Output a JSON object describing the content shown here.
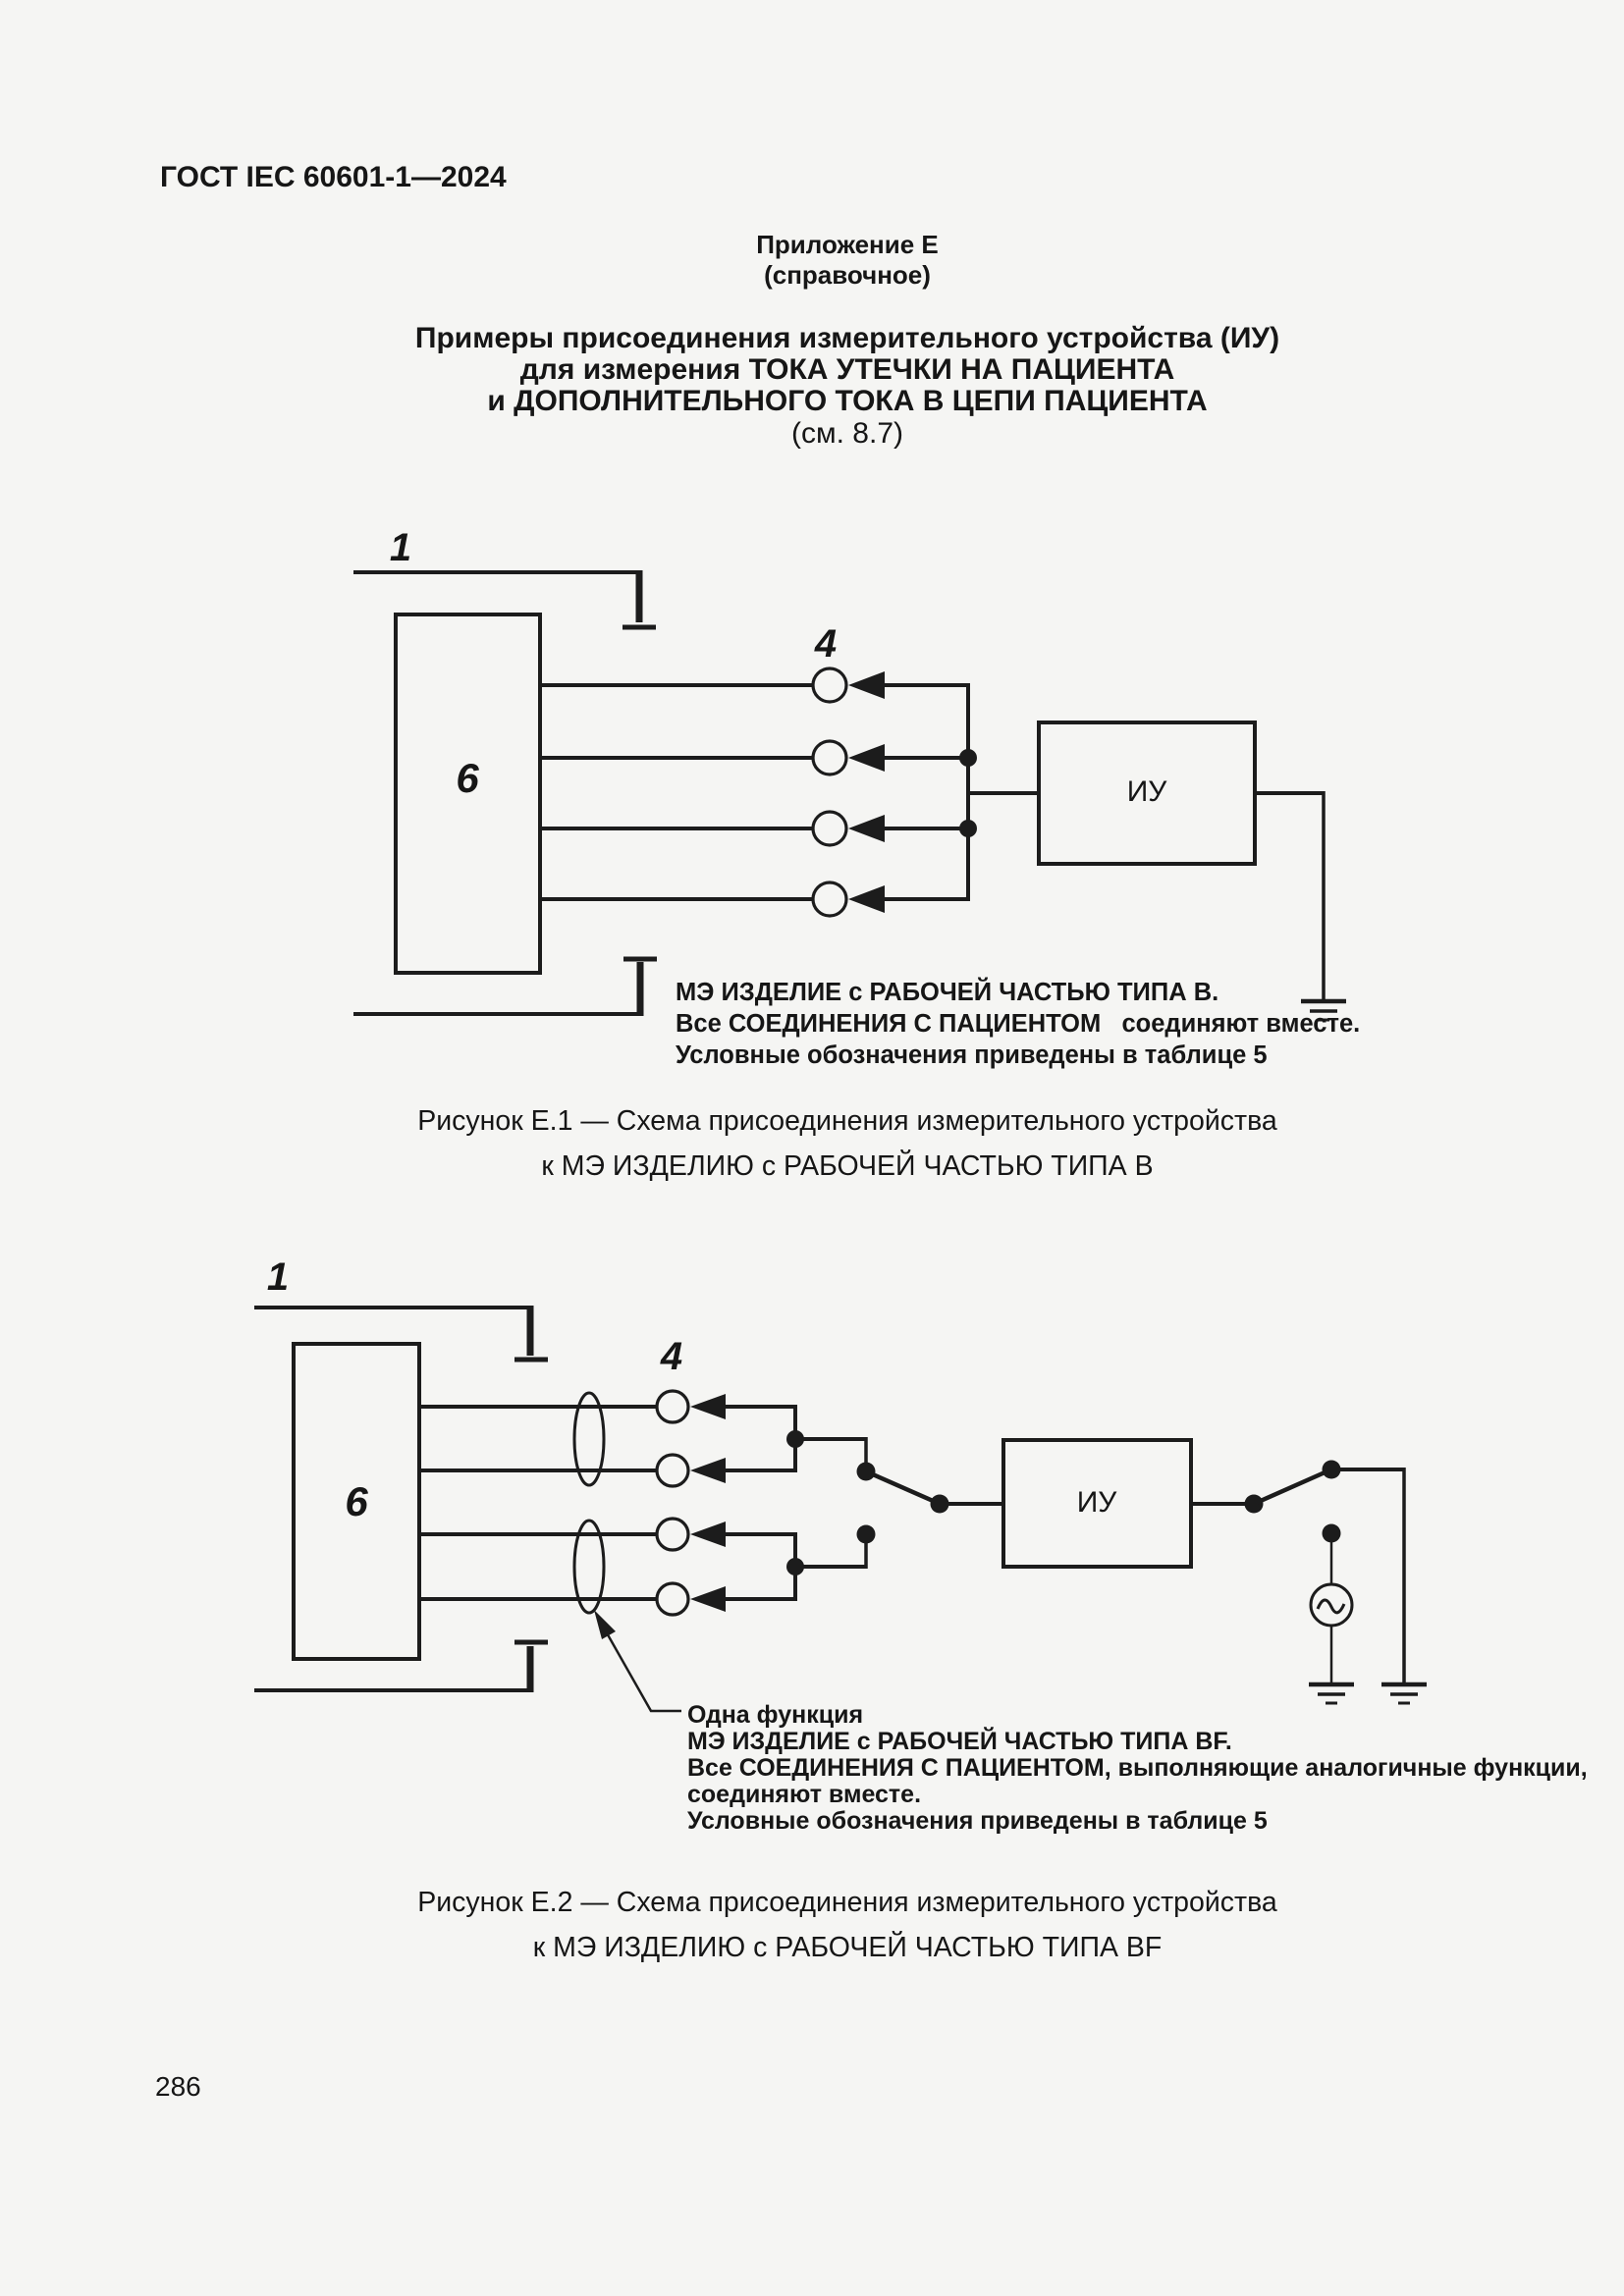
{
  "page": {
    "header": "ГОСТ IEC 60601-1—2024",
    "page_number": "286"
  },
  "appendix": {
    "name": "Приложение Е",
    "kind": "(справочное)"
  },
  "title": {
    "line1": "Примеры присоединения измерительного устройства (ИУ)",
    "line2": "для измерения ТОКА УТЕЧКИ НА ПАЦИЕНТА",
    "line3": "и ДОПОЛНИТЕЛЬНОГО ТОКА В ЦЕПИ ПАЦИЕНТА",
    "ref": "(см. 8.7)"
  },
  "figure1": {
    "labels": {
      "enclosure": "1",
      "patient_connection": "4",
      "equipment": "6",
      "device": "ИУ"
    },
    "note_lines": [
      "МЭ ИЗДЕЛИЕ с РАБОЧЕЙ ЧАСТЬЮ ТИПА В.",
      "Все СОЕДИНЕНИЯ С ПАЦИЕНТОМ   соединяют вместе.",
      "Условные обозначения приведены в таблице 5"
    ],
    "caption_line1": "Рисунок Е.1 — Схема присоединения измерительного устройства",
    "caption_line2": "к МЭ ИЗДЕЛИЮ с РАБОЧЕЙ ЧАСТЬЮ ТИПА В"
  },
  "figure2": {
    "labels": {
      "enclosure": "1",
      "patient_connection": "4",
      "equipment": "6",
      "device": "ИУ"
    },
    "note_lines": [
      "Одна функция",
      "МЭ ИЗДЕЛИЕ с РАБОЧЕЙ ЧАСТЬЮ ТИПА BF.",
      "Все СОЕДИНЕНИЯ С ПАЦИЕНТОМ, выполняющие аналогичные функции,",
      "соединяют вместе.",
      "Условные обозначения приведены в таблице 5"
    ],
    "caption_line1": "Рисунок Е.2 — Схема присоединения измерительного устройства",
    "caption_line2": "к МЭ ИЗДЕЛИЮ с РАБОЧЕЙ ЧАСТЬЮ ТИПА BF"
  }
}
